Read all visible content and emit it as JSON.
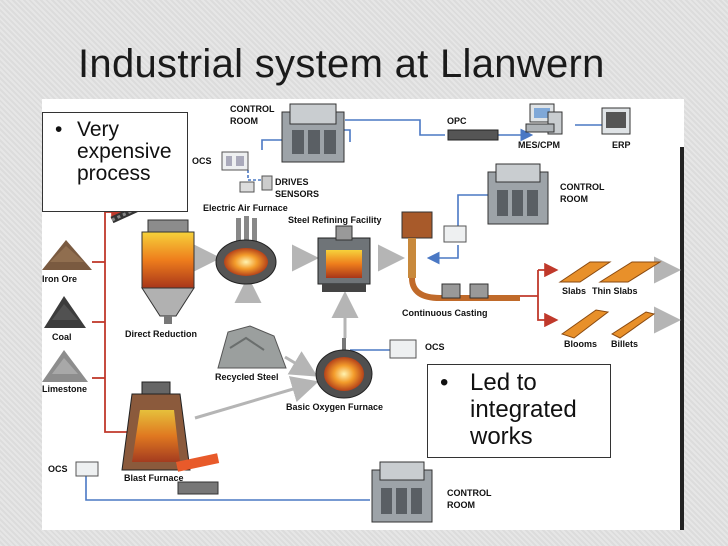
{
  "title": "Industrial system at Llanwern",
  "bullets": {
    "left": "Very\nexpensive\nprocess",
    "right": "Led to\nintegrated\nworks"
  },
  "labels": {
    "control_room_1": [
      "CONTROL",
      "ROOM"
    ],
    "control_room_2": [
      "CONTROL",
      "ROOM"
    ],
    "control_room_3": [
      "CONTROL",
      "ROOM"
    ],
    "opc": "OPC",
    "mes_cpm": "MES/CPM",
    "erp": "ERP",
    "ocs_1": "OCS",
    "ocs_2": "OCS",
    "ocs_3": "OCS",
    "drives_sensors": [
      "DRIVES",
      "SENSORS"
    ],
    "electric_air_furnace": "Electric Air Furnace",
    "steel_refining_facility": "Steel Refining Facility",
    "iron_ore": "Iron Ore",
    "coal": "Coal",
    "limestone": "Limestone",
    "direct_reduction": "Direct Reduction",
    "recycled_steel": "Recycled Steel",
    "basic_oxygen_furnace": "Basic Oxygen Furnace",
    "continuous_casting": "Continuous Casting",
    "blast_furnace": "Blast Furnace",
    "slabs": "Slabs",
    "thin_slabs": "Thin Slabs",
    "blooms": "Blooms",
    "billets": "Billets"
  },
  "colors": {
    "flow_arrow": "#c0392b",
    "control_line": "#4a78c4",
    "gray_arrow": "#b5b5b5",
    "product_orange": "#e8902a"
  }
}
